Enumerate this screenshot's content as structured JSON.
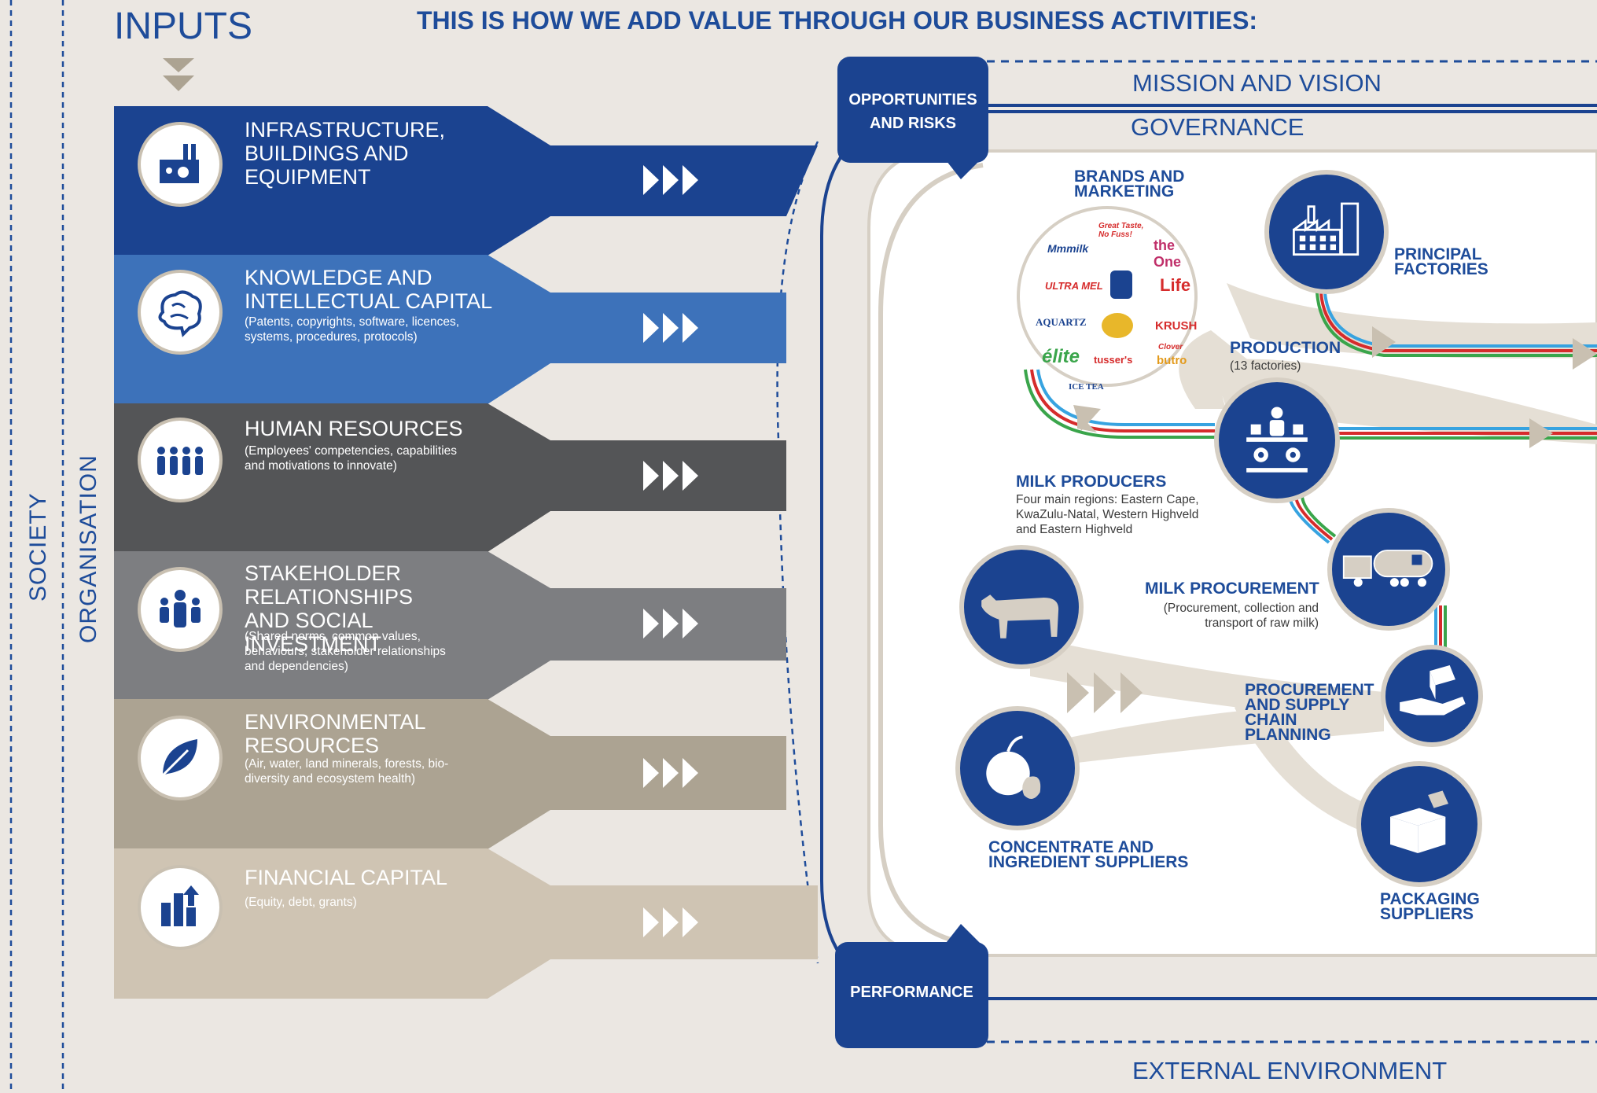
{
  "side_labels": {
    "society": "SOCIETY",
    "organisation": "ORGANISATION"
  },
  "header": {
    "inputs": "INPUTS",
    "title": "THIS IS HOW WE ADD VALUE THROUGH OUR BUSINESS ACTIVITIES:"
  },
  "inputs": [
    {
      "title": "INFRASTRUCTURE, BUILDINGS AND EQUIPMENT",
      "subtitle": "",
      "icon": "factory-icon",
      "color": "#1b4390"
    },
    {
      "title": "KNOWLEDGE AND INTELLECTUAL CAPITAL",
      "subtitle": "(Patents, copyrights, software, licences, systems, procedures, protocols)",
      "icon": "brain-icon",
      "color": "#3d72ba"
    },
    {
      "title": "HUMAN RESOURCES",
      "subtitle": "(Employees' competencies, capabilities and motivations to innovate)",
      "icon": "people-icon",
      "color": "#545557"
    },
    {
      "title": "STAKEHOLDER RELATIONSHIPS AND SOCIAL INVESTMENT",
      "subtitle": "(Shared norms, common values, behaviours, stakeholder relationships and dependencies)",
      "icon": "group-icon",
      "color": "#7d7e81"
    },
    {
      "title": "ENVIRONMENTAL RESOURCES",
      "subtitle": "(Air, water, land minerals, forests, bio-diversity and ecosystem health)",
      "icon": "leaf-icon",
      "color": "#aca392"
    },
    {
      "title": "FINANCIAL CAPITAL",
      "subtitle": "(Equity, debt, grants)",
      "icon": "finance-icon",
      "color": "#cfc4b3"
    }
  ],
  "tabs": {
    "opportunities": "OPPORTUNITIES AND RISKS",
    "performance": "PERFORMANCE"
  },
  "bars": {
    "mission": "MISSION AND VISION",
    "governance": "GOVERNANCE",
    "external": "EXTERNAL ENVIRONMENT"
  },
  "nodes": {
    "brands": "BRANDS AND MARKETING",
    "factories": "PRINCIPAL FACTORIES",
    "production": "PRODUCTION",
    "production_sub": "(13 factories)",
    "milk_producers": "MILK PRODUCERS",
    "milk_producers_sub": "Four main regions: Eastern Cape, KwaZulu-Natal, Western Highveld and Eastern Highveld",
    "milk_procurement": "MILK PROCUREMENT",
    "milk_procurement_sub": "(Procurement, collection and transport of raw milk)",
    "procurement_planning": "PROCUREMENT AND SUPPLY CHAIN PLANNING",
    "concentrate": "CONCENTRATE AND INGREDIENT SUPPLIERS",
    "packaging": "PACKAGING SUPPLIERS"
  },
  "brands": {
    "mmmilk": "Mmmilk",
    "great_taste": "Great Taste, No Fuss!",
    "the_one": "the One",
    "ultramel": "ULTRA MEL",
    "life": "Life",
    "aquartz": "AQUARTZ",
    "krush": "KRUSH",
    "elite": "élite",
    "tussers": "tusser's",
    "butro": "butro",
    "ice_tea": "ICE TEA",
    "clover": "Clover"
  },
  "colors": {
    "navy": "#1b4390",
    "blue": "#3d72ba",
    "beige": "#d6cfc4",
    "background": "#ebe7e2"
  }
}
